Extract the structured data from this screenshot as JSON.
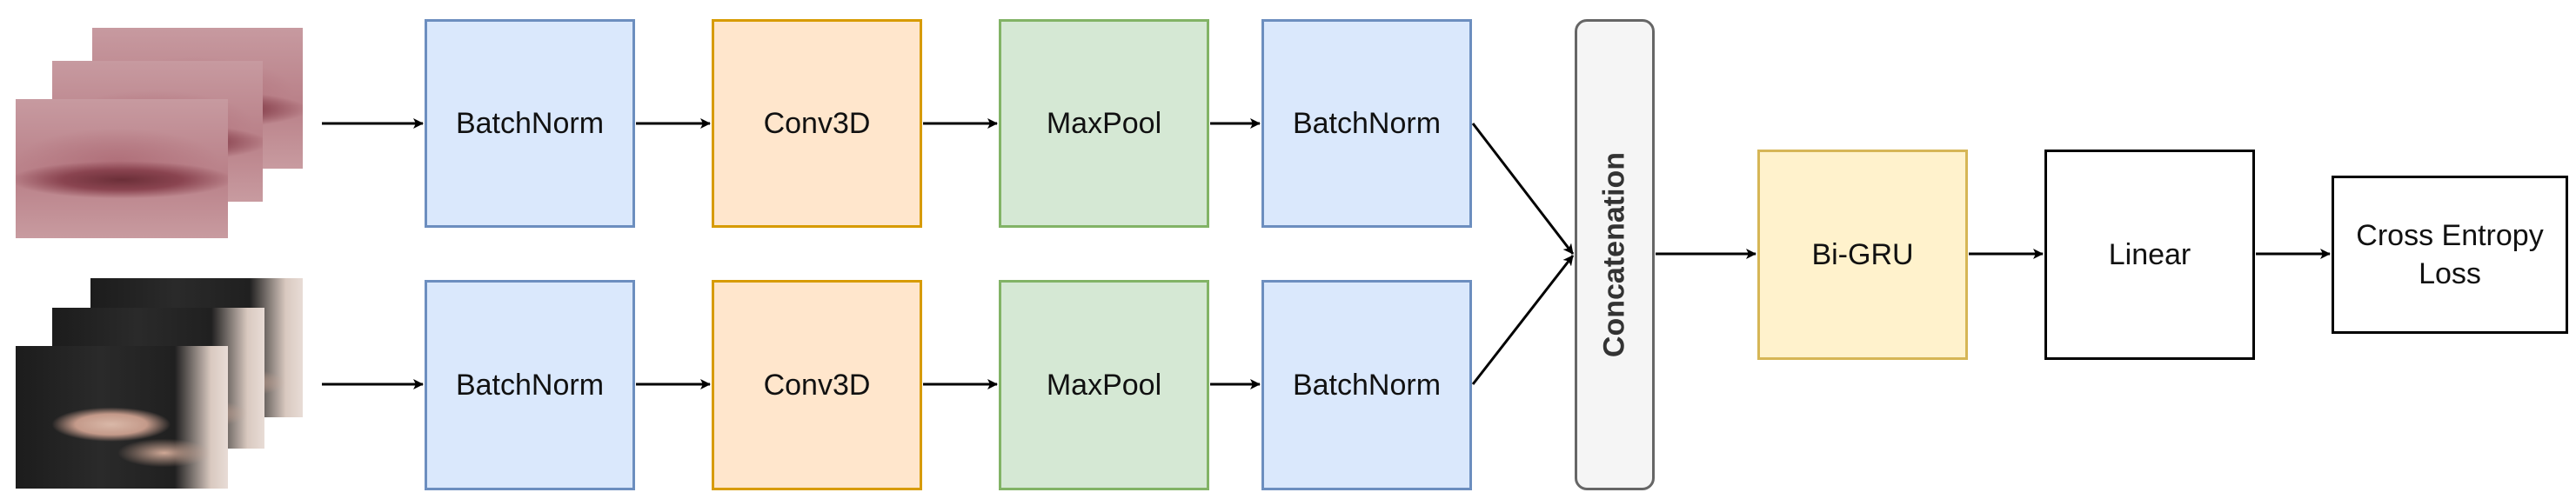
{
  "top_row": {
    "batchnorm1": "BatchNorm",
    "conv": "Conv3D",
    "pool": "MaxPool",
    "batchnorm2": "BatchNorm"
  },
  "bottom_row": {
    "batchnorm1": "BatchNorm",
    "conv": "Conv3D",
    "pool": "MaxPool",
    "batchnorm2": "BatchNorm"
  },
  "concat_label": "Concatenation",
  "gru_label": "Bi-GRU",
  "linear_label": "Linear",
  "loss_label": "Cross Entropy Loss",
  "colors": {
    "batchnorm_fill": "#dae8fc",
    "batchnorm_stroke": "#6c8ebf",
    "conv_fill": "#ffe6cc",
    "conv_stroke": "#d79b00",
    "pool_fill": "#d5e8d4",
    "pool_stroke": "#82b366",
    "gru_fill": "#fff2cc",
    "gru_stroke": "#d6b656",
    "concat_fill": "#f5f5f5",
    "concat_stroke": "#666666"
  },
  "icons": {
    "top_input": "lip-video-frames",
    "bottom_input": "sign-video-frames"
  }
}
